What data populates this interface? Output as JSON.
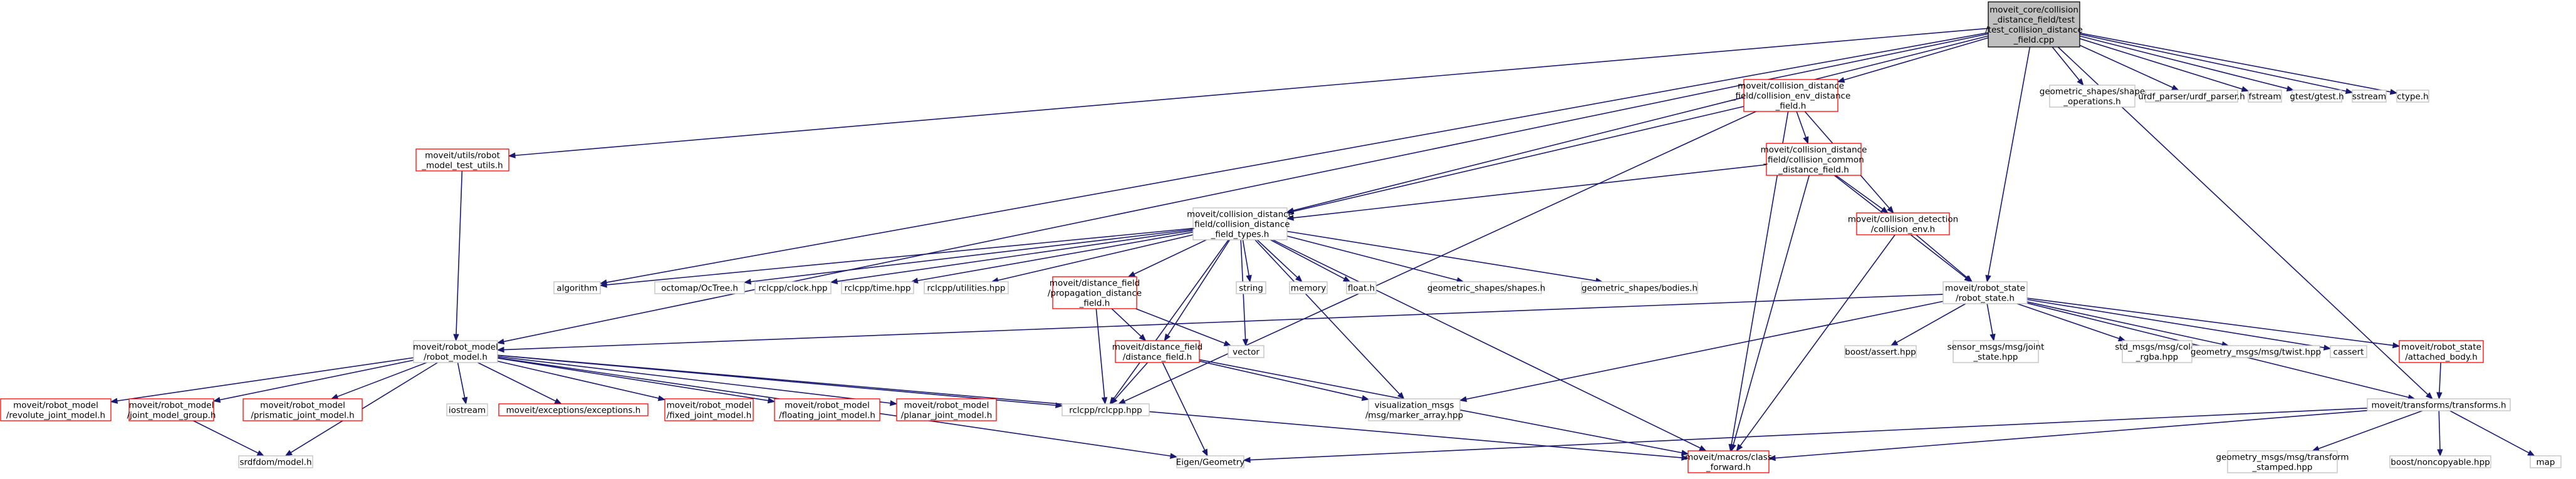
{
  "colors": {
    "root_fill": "#bfbfbf",
    "root_stroke": "#000000",
    "documented_stroke": "#ff0000",
    "undocumented_stroke": "#bfbfbf",
    "edge": "#191970",
    "background": "#ffffff"
  },
  "nodes": [
    {
      "id": "root",
      "kind": "root",
      "lines": [
        "moveit_core/collision",
        "_distance_field/test",
        "/test_collision_distance",
        "_field.cpp"
      ]
    },
    {
      "id": "collision_env_distance_field",
      "kind": "documented",
      "lines": [
        "moveit/collision_distance",
        "_field/collision_env_distance",
        "_field.h"
      ]
    },
    {
      "id": "shape_operations",
      "kind": "undocumented",
      "lines": [
        "geometric_shapes/shape",
        "_operations.h"
      ]
    },
    {
      "id": "urdf_parser",
      "kind": "undocumented",
      "lines": [
        "urdf_parser/urdf_parser.h"
      ]
    },
    {
      "id": "fstream",
      "kind": "undocumented",
      "lines": [
        "fstream"
      ]
    },
    {
      "id": "gtest",
      "kind": "undocumented",
      "lines": [
        "gtest/gtest.h"
      ]
    },
    {
      "id": "sstream",
      "kind": "undocumented",
      "lines": [
        "sstream"
      ]
    },
    {
      "id": "ctype",
      "kind": "undocumented",
      "lines": [
        "ctype.h"
      ]
    },
    {
      "id": "robot_model_test_utils",
      "kind": "documented",
      "lines": [
        "moveit/utils/robot",
        "_model_test_utils.h"
      ]
    },
    {
      "id": "collision_common_distance_field",
      "kind": "documented",
      "lines": [
        "moveit/collision_distance",
        "_field/collision_common",
        "_distance_field.h"
      ]
    },
    {
      "id": "collision_distance_field_types",
      "kind": "undocumented",
      "lines": [
        "moveit/collision_distance",
        "_field/collision_distance",
        "_field_types.h"
      ]
    },
    {
      "id": "collision_env",
      "kind": "documented",
      "lines": [
        "moveit/collision_detection",
        "/collision_env.h"
      ]
    },
    {
      "id": "algorithm",
      "kind": "undocumented",
      "lines": [
        "algorithm"
      ]
    },
    {
      "id": "octree",
      "kind": "undocumented",
      "lines": [
        "octomap/OcTree.h"
      ]
    },
    {
      "id": "rclcpp_clock",
      "kind": "undocumented",
      "lines": [
        "rclcpp/clock.hpp"
      ]
    },
    {
      "id": "rclcpp_time",
      "kind": "undocumented",
      "lines": [
        "rclcpp/time.hpp"
      ]
    },
    {
      "id": "rclcpp_utilities",
      "kind": "undocumented",
      "lines": [
        "rclcpp/utilities.hpp"
      ]
    },
    {
      "id": "propagation_distance_field",
      "kind": "documented",
      "lines": [
        "moveit/distance_field",
        "/propagation_distance",
        "_field.h"
      ]
    },
    {
      "id": "string",
      "kind": "undocumented",
      "lines": [
        "string"
      ]
    },
    {
      "id": "memory",
      "kind": "undocumented",
      "lines": [
        "memory"
      ]
    },
    {
      "id": "float",
      "kind": "undocumented",
      "lines": [
        "float.h"
      ]
    },
    {
      "id": "shapes",
      "kind": "undocumented",
      "lines": [
        "geometric_shapes/shapes.h"
      ]
    },
    {
      "id": "bodies",
      "kind": "undocumented",
      "lines": [
        "geometric_shapes/bodies.h"
      ]
    },
    {
      "id": "robot_state",
      "kind": "undocumented",
      "lines": [
        "moveit/robot_state",
        "/robot_state.h"
      ]
    },
    {
      "id": "robot_model",
      "kind": "undocumented",
      "lines": [
        "moveit/robot_model",
        "/robot_model.h"
      ]
    },
    {
      "id": "vector",
      "kind": "undocumented",
      "lines": [
        "vector"
      ]
    },
    {
      "id": "distance_field",
      "kind": "documented",
      "lines": [
        "moveit/distance_field",
        "/distance_field.h"
      ]
    },
    {
      "id": "boost_assert",
      "kind": "undocumented",
      "lines": [
        "boost/assert.hpp"
      ]
    },
    {
      "id": "joint_state",
      "kind": "undocumented",
      "lines": [
        "sensor_msgs/msg/joint",
        "_state.hpp"
      ]
    },
    {
      "id": "color_rgba",
      "kind": "undocumented",
      "lines": [
        "std_msgs/msg/color",
        "_rgba.hpp"
      ]
    },
    {
      "id": "twist",
      "kind": "undocumented",
      "lines": [
        "geometry_msgs/msg/twist.hpp"
      ]
    },
    {
      "id": "cassert",
      "kind": "undocumented",
      "lines": [
        "cassert"
      ]
    },
    {
      "id": "attached_body",
      "kind": "documented",
      "lines": [
        "moveit/robot_state",
        "/attached_body.h"
      ]
    },
    {
      "id": "revolute_joint_model",
      "kind": "documented",
      "lines": [
        "moveit/robot_model",
        "/revolute_joint_model.h"
      ]
    },
    {
      "id": "joint_model_group",
      "kind": "documented",
      "lines": [
        "moveit/robot_model",
        "/joint_model_group.h"
      ]
    },
    {
      "id": "prismatic_joint_model",
      "kind": "documented",
      "lines": [
        "moveit/robot_model",
        "/prismatic_joint_model.h"
      ]
    },
    {
      "id": "iostream",
      "kind": "undocumented",
      "lines": [
        "iostream"
      ]
    },
    {
      "id": "exceptions",
      "kind": "documented",
      "lines": [
        "moveit/exceptions/exceptions.h"
      ]
    },
    {
      "id": "fixed_joint_model",
      "kind": "documented",
      "lines": [
        "moveit/robot_model",
        "/fixed_joint_model.h"
      ]
    },
    {
      "id": "floating_joint_model",
      "kind": "documented",
      "lines": [
        "moveit/robot_model",
        "/floating_joint_model.h"
      ]
    },
    {
      "id": "planar_joint_model",
      "kind": "documented",
      "lines": [
        "moveit/robot_model",
        "/planar_joint_model.h"
      ]
    },
    {
      "id": "rclcpp",
      "kind": "undocumented",
      "lines": [
        "rclcpp/rclcpp.hpp"
      ]
    },
    {
      "id": "marker_array",
      "kind": "undocumented",
      "lines": [
        "visualization_msgs",
        "/msg/marker_array.hpp"
      ]
    },
    {
      "id": "transforms",
      "kind": "undocumented",
      "lines": [
        "moveit/transforms/transforms.h"
      ]
    },
    {
      "id": "srdf_model",
      "kind": "undocumented",
      "lines": [
        "srdfdom/model.h"
      ]
    },
    {
      "id": "eigen_geometry",
      "kind": "undocumented",
      "lines": [
        "Eigen/Geometry"
      ]
    },
    {
      "id": "class_forward",
      "kind": "documented",
      "lines": [
        "moveit/macros/class",
        "_forward.h"
      ]
    },
    {
      "id": "transform_stamped",
      "kind": "undocumented",
      "lines": [
        "geometry_msgs/msg/transform",
        "_stamped.hpp"
      ]
    },
    {
      "id": "noncopyable",
      "kind": "undocumented",
      "lines": [
        "boost/noncopyable.hpp"
      ]
    },
    {
      "id": "map",
      "kind": "undocumented",
      "lines": [
        "map"
      ]
    }
  ],
  "edges": [
    [
      "root",
      "collision_env_distance_field"
    ],
    [
      "root",
      "shape_operations"
    ],
    [
      "root",
      "urdf_parser"
    ],
    [
      "root",
      "fstream"
    ],
    [
      "root",
      "gtest"
    ],
    [
      "root",
      "sstream"
    ],
    [
      "root",
      "ctype"
    ],
    [
      "root",
      "robot_model_test_utils"
    ],
    [
      "root",
      "robot_model"
    ],
    [
      "root",
      "collision_distance_field_types"
    ],
    [
      "root",
      "algorithm"
    ],
    [
      "root",
      "robot_state"
    ],
    [
      "root",
      "transforms"
    ],
    [
      "collision_env_distance_field",
      "collision_common_distance_field"
    ],
    [
      "collision_env_distance_field",
      "collision_distance_field_types"
    ],
    [
      "collision_env_distance_field",
      "collision_env"
    ],
    [
      "collision_env_distance_field",
      "class_forward"
    ],
    [
      "collision_env_distance_field",
      "rclcpp"
    ],
    [
      "robot_model_test_utils",
      "robot_model"
    ],
    [
      "collision_common_distance_field",
      "collision_distance_field_types"
    ],
    [
      "collision_common_distance_field",
      "collision_env"
    ],
    [
      "collision_common_distance_field",
      "robot_state"
    ],
    [
      "collision_common_distance_field",
      "class_forward"
    ],
    [
      "collision_distance_field_types",
      "algorithm"
    ],
    [
      "collision_distance_field_types",
      "octree"
    ],
    [
      "collision_distance_field_types",
      "rclcpp_clock"
    ],
    [
      "collision_distance_field_types",
      "rclcpp_time"
    ],
    [
      "collision_distance_field_types",
      "rclcpp_utilities"
    ],
    [
      "collision_distance_field_types",
      "propagation_distance_field"
    ],
    [
      "collision_distance_field_types",
      "string"
    ],
    [
      "collision_distance_field_types",
      "memory"
    ],
    [
      "collision_distance_field_types",
      "float"
    ],
    [
      "collision_distance_field_types",
      "shapes"
    ],
    [
      "collision_distance_field_types",
      "bodies"
    ],
    [
      "collision_distance_field_types",
      "vector"
    ],
    [
      "collision_distance_field_types",
      "distance_field"
    ],
    [
      "collision_distance_field_types",
      "marker_array"
    ],
    [
      "collision_distance_field_types",
      "rclcpp"
    ],
    [
      "collision_distance_field_types",
      "class_forward"
    ],
    [
      "collision_env",
      "robot_state"
    ],
    [
      "collision_env",
      "class_forward"
    ],
    [
      "propagation_distance_field",
      "distance_field"
    ],
    [
      "propagation_distance_field",
      "vector"
    ],
    [
      "propagation_distance_field",
      "rclcpp"
    ],
    [
      "distance_field",
      "eigen_geometry"
    ],
    [
      "distance_field",
      "marker_array"
    ],
    [
      "distance_field",
      "rclcpp"
    ],
    [
      "distance_field",
      "class_forward"
    ],
    [
      "robot_state",
      "robot_model"
    ],
    [
      "robot_state",
      "boost_assert"
    ],
    [
      "robot_state",
      "joint_state"
    ],
    [
      "robot_state",
      "color_rgba"
    ],
    [
      "robot_state",
      "twist"
    ],
    [
      "robot_state",
      "cassert"
    ],
    [
      "robot_state",
      "attached_body"
    ],
    [
      "robot_state",
      "transforms"
    ],
    [
      "robot_state",
      "marker_array"
    ],
    [
      "attached_body",
      "transforms"
    ],
    [
      "robot_model",
      "revolute_joint_model"
    ],
    [
      "robot_model",
      "joint_model_group"
    ],
    [
      "robot_model",
      "prismatic_joint_model"
    ],
    [
      "robot_model",
      "iostream"
    ],
    [
      "robot_model",
      "exceptions"
    ],
    [
      "robot_model",
      "fixed_joint_model"
    ],
    [
      "robot_model",
      "floating_joint_model"
    ],
    [
      "robot_model",
      "planar_joint_model"
    ],
    [
      "robot_model",
      "srdf_model"
    ],
    [
      "robot_model",
      "eigen_geometry"
    ],
    [
      "robot_model",
      "class_forward"
    ],
    [
      "robot_model",
      "rclcpp"
    ],
    [
      "joint_model_group",
      "srdf_model"
    ],
    [
      "transforms",
      "eigen_geometry"
    ],
    [
      "transforms",
      "class_forward"
    ],
    [
      "transforms",
      "transform_stamped"
    ],
    [
      "transforms",
      "noncopyable"
    ],
    [
      "transforms",
      "map"
    ]
  ]
}
